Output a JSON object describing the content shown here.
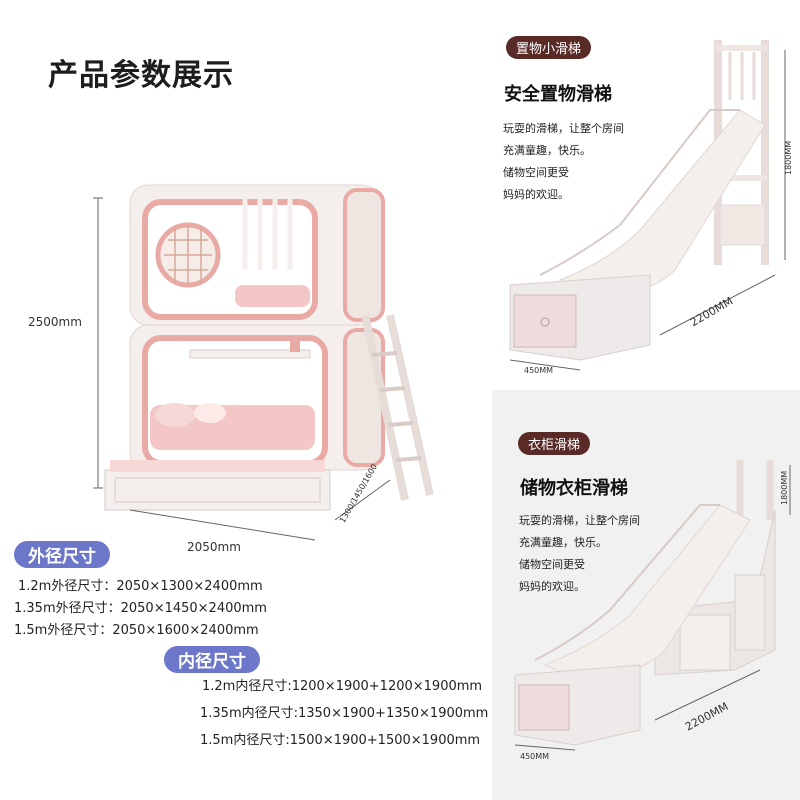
{
  "page": {
    "title": "产品参数展示"
  },
  "bed": {
    "height_label": "2500mm",
    "width_label": "2050mm",
    "depth_label": "1300/1450/1600"
  },
  "outer": {
    "badge": "外径尺寸",
    "specs": [
      "1.2m外径尺寸：2050×1300×2400mm",
      "1.35m外径尺寸：2050×1450×2400mm",
      "1.5m外径尺寸：2050×1600×2400mm"
    ]
  },
  "inner": {
    "badge": "内径尺寸",
    "specs": [
      "1.2m内径尺寸:1200×1900+1200×1900mm",
      "1.35m内径尺寸:1350×1900+1350×1900mm",
      "1.5m内径尺寸:1500×1900+1500×1900mm"
    ]
  },
  "slide1": {
    "badge": "置物小滑梯",
    "heading": "安全置物滑梯",
    "desc": [
      "玩耍的滑梯，让整个房间",
      "充满童趣，快乐。",
      "储物空间更受",
      "妈妈的欢迎。"
    ],
    "height_label": "1800MM",
    "length_label": "2200MM",
    "width_label": "450MM"
  },
  "slide2": {
    "badge": "衣柜滑梯",
    "heading": "储物衣柜滑梯",
    "desc": [
      "玩耍的滑梯，让整个房间",
      "充满童趣，快乐。",
      "储物空间更受",
      "妈妈的欢迎。"
    ],
    "height_label": "1800MM",
    "length_label": "2200MM",
    "width_label": "450MM"
  },
  "colors": {
    "accent_pink": "#e9a9a4",
    "frame_white": "#f4efec",
    "badge_brown": "#5a2a26",
    "badge_blue": "#6d77c9"
  }
}
